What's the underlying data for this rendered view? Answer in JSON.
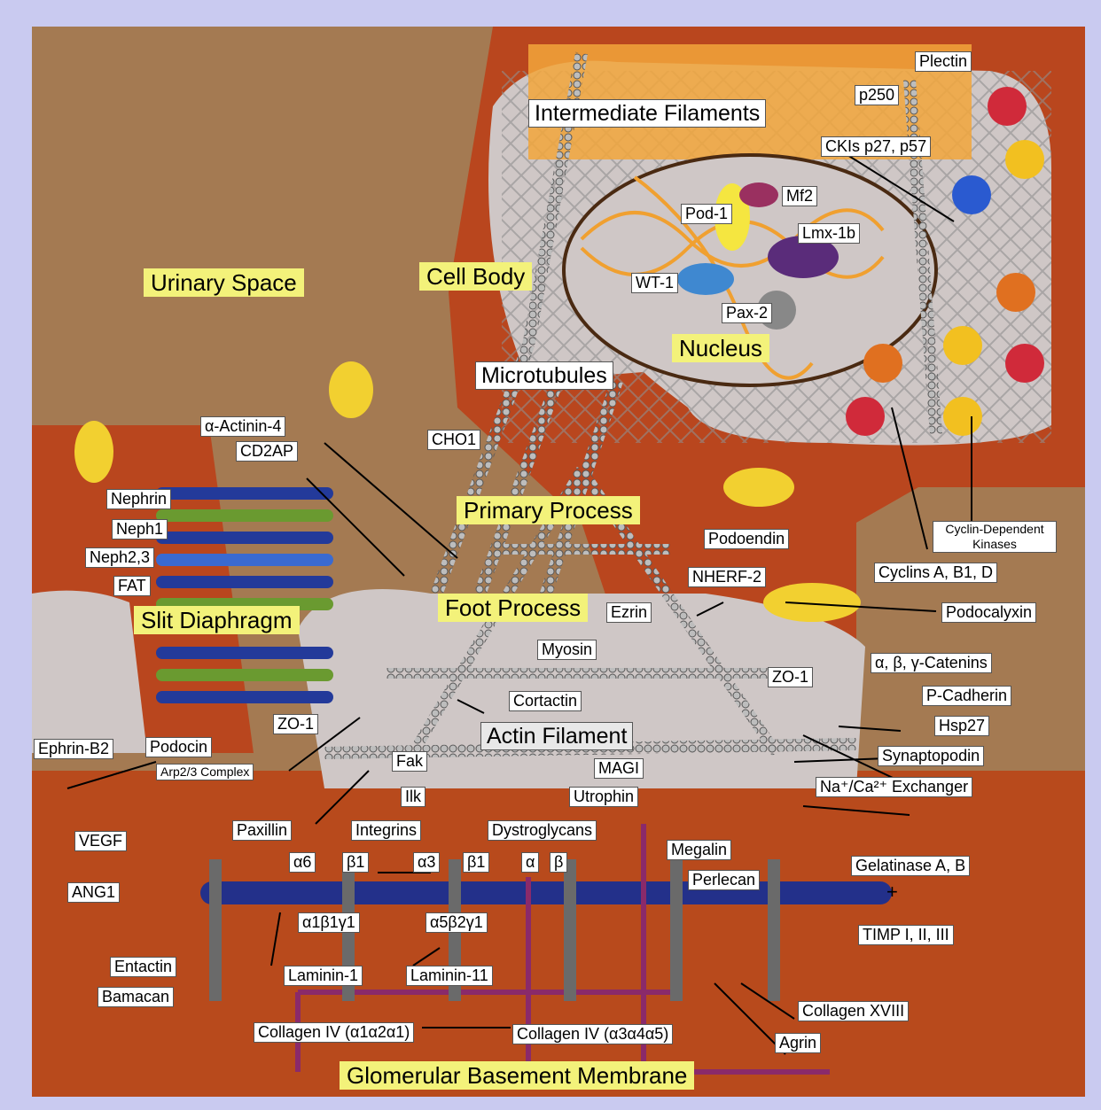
{
  "colors": {
    "frame": "#c9caf0",
    "urinary_space": "#a47a52",
    "cell": "#b9461e",
    "cytoplasm": "#cfc7c6",
    "region_label": "#f3f27a",
    "gbm": "#b84a1c"
  },
  "regions": {
    "urinary_space": "Urinary Space",
    "cell_body": "Cell Body",
    "nucleus": "Nucleus",
    "primary_process": "Primary Process",
    "foot_process": "Foot Process",
    "slit_diaphragm": "Slit Diaphragm",
    "gbm": "Glomerular Basement Membrane"
  },
  "labels": {
    "plectin": "Plectin",
    "p250": "p250",
    "intermediate_filaments": "Intermediate Filaments",
    "ckis": "CKIs p27, p57",
    "mf2": "Mf2",
    "pod1": "Pod-1",
    "lmx1b": "Lmx-1b",
    "wt1": "WT-1",
    "pax2": "Pax-2",
    "microtubules": "Microtubules",
    "alpha_actinin": "α-Actinin-4",
    "cd2ap": "CD2AP",
    "cho1": "CHO1",
    "nephrin": "Nephrin",
    "neph1": "Neph1",
    "neph23": "Neph2,3",
    "fat": "FAT",
    "podoendin": "Podoendin",
    "cdk": "Cyclin-Dependent Kinases",
    "cyclins": "Cyclins A, B1, D",
    "nherf2": "NHERF-2",
    "ezrin": "Ezrin",
    "podocalyxin": "Podocalyxin",
    "myosin": "Myosin",
    "zo1_right": "ZO-1",
    "catenins": "α, β, γ-Catenins",
    "cortactin": "Cortactin",
    "pcadherin": "P-Cadherin",
    "actin_filament": "Actin Filament",
    "hsp27": "Hsp27",
    "ephrin": "Ephrin-B2",
    "podocin": "Podocin",
    "zo1_left": "ZO-1",
    "fak": "Fak",
    "magi": "MAGI",
    "synaptopodin": "Synaptopodin",
    "arp23": "Arp2/3 Complex",
    "ilk": "Ilk",
    "utrophin": "Utrophin",
    "exchanger": "Na⁺/Ca²⁺ Exchanger",
    "vegf": "VEGF",
    "paxillin": "Paxillin",
    "integrins": "Integrins",
    "dystroglycans": "Dystroglycans",
    "megalin": "Megalin",
    "alpha6": "α6",
    "beta1_a": "β1",
    "alpha3": "α3",
    "beta1_b": "β1",
    "dg_alpha": "α",
    "dg_beta": "β",
    "gelatinase": "Gelatinase A, B",
    "ang1": "ANG1",
    "perlecan": "Perlecan",
    "plus": "+",
    "timp": "TIMP I, II, III",
    "a1b1g1": "α1β1γ1",
    "a5b2g1": "α5β2γ1",
    "entactin": "Entactin",
    "laminin1": "Laminin-1",
    "laminin11": "Laminin-11",
    "collagen18": "Collagen XVIII",
    "bamacan": "Bamacan",
    "agrin": "Agrin",
    "collagen4a": "Collagen IV (α1α2α1)",
    "collagen4b": "Collagen IV (α3α4α5)"
  }
}
